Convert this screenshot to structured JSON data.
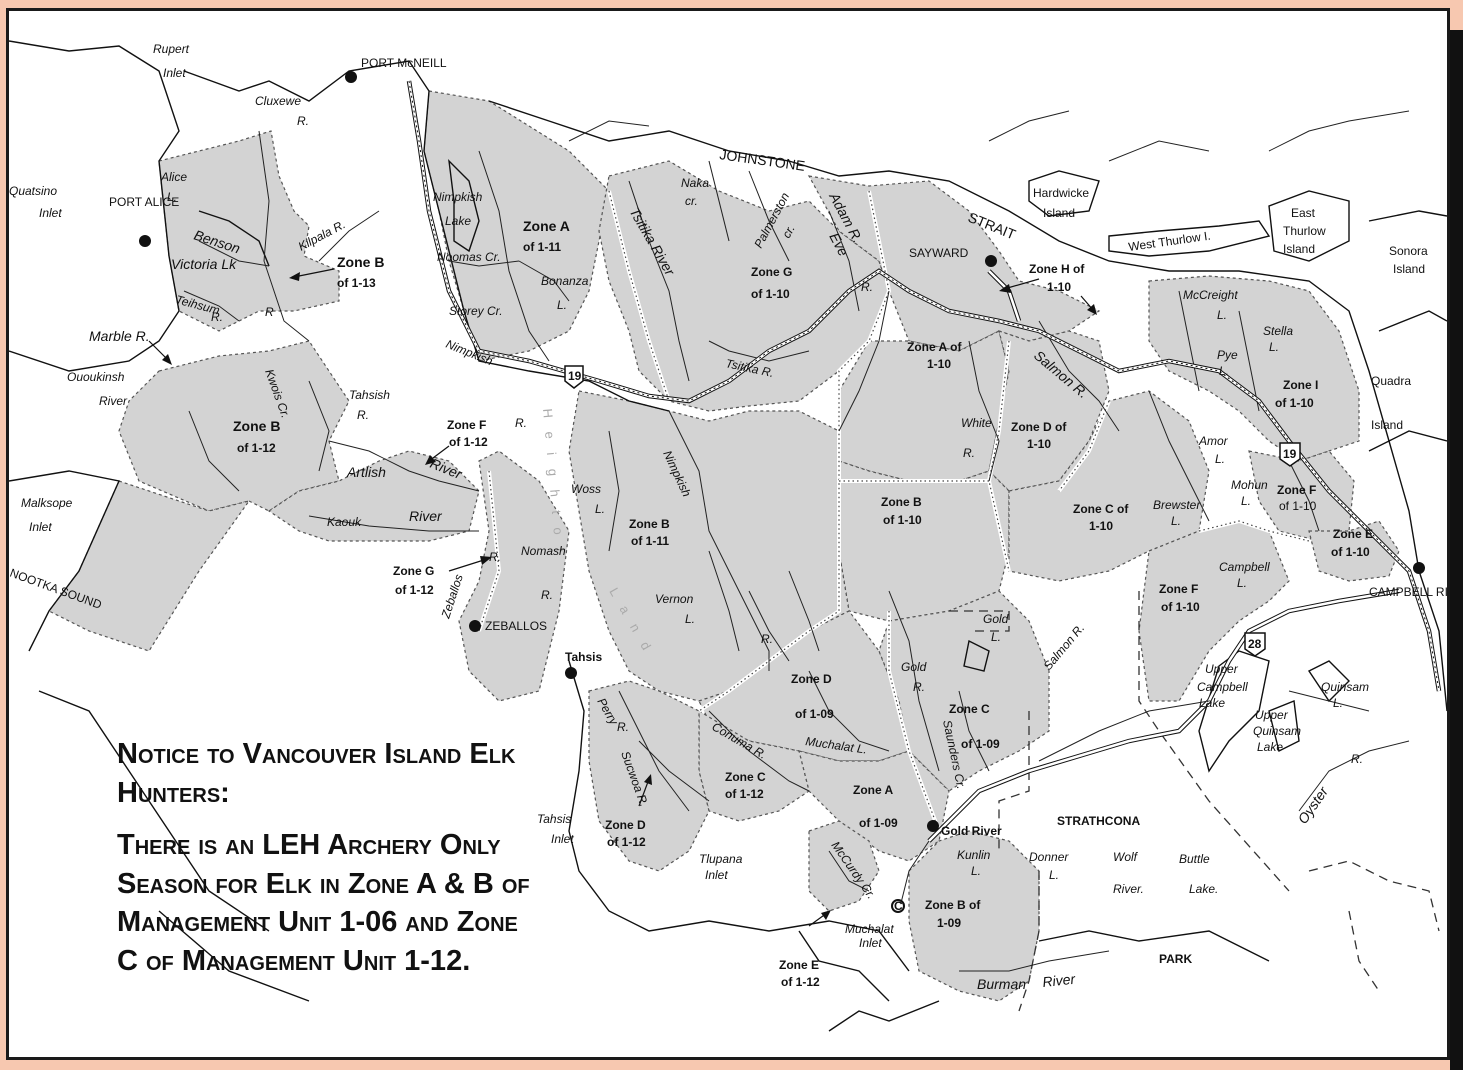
{
  "notice": {
    "heading": "Notice to Vancouver Island Elk Hunters:",
    "body": "There is an LEH Archery Only Season for Elk in Zone A & B of Management Unit 1-06 and Zone C of Management Unit 1-12."
  },
  "colors": {
    "zone_fill": "#d3d3d3",
    "background": "#f7c8b0",
    "frame": "#1a1a1a"
  },
  "highways": [
    "19",
    "19",
    "28"
  ],
  "towns": [
    "PORT McNEILL",
    "PORT ALICE",
    "SAYWARD",
    "ZEBALLOS",
    "Tahsis",
    "Gold River",
    "CAMPBELL RIVER"
  ],
  "zones": [
    {
      "name": "Zone A",
      "unit": "of 1-11"
    },
    {
      "name": "Zone B",
      "unit": "of 1-13"
    },
    {
      "name": "Zone B",
      "unit": "of 1-12"
    },
    {
      "name": "Zone F",
      "unit": "of 1-12"
    },
    {
      "name": "Zone G",
      "unit": "of 1-12"
    },
    {
      "name": "Zone G",
      "unit": "of 1-10"
    },
    {
      "name": "Zone A of",
      "unit": "1-10"
    },
    {
      "name": "Zone H of",
      "unit": "1-10"
    },
    {
      "name": "Zone I",
      "unit": "of 1-10"
    },
    {
      "name": "Zone D of",
      "unit": "1-10"
    },
    {
      "name": "Zone B",
      "unit": "of 1-10"
    },
    {
      "name": "Zone C of",
      "unit": "1-10"
    },
    {
      "name": "Zone F",
      "unit": "of 1-10"
    },
    {
      "name": "Zone F",
      "unit": "of 1-10"
    },
    {
      "name": "Zone E",
      "unit": "of 1-10"
    },
    {
      "name": "Zone B",
      "unit": "of 1-11"
    },
    {
      "name": "Zone D",
      "unit": "of 1-09"
    },
    {
      "name": "Zone C",
      "unit": "of 1-09"
    },
    {
      "name": "Zone A",
      "unit": "of 1-09"
    },
    {
      "name": "Zone B of",
      "unit": "1-09"
    },
    {
      "name": "Zone C",
      "unit": "of 1-12"
    },
    {
      "name": "Zone D",
      "unit": "of 1-12"
    },
    {
      "name": "Zone E",
      "unit": "of 1-12"
    }
  ],
  "features": {
    "johnstone": "JOHNSTONE",
    "strait": "STRAIT",
    "nootka": "NOOTKA SOUND",
    "strathcona": "STRATHCONA",
    "park": "PARK",
    "height_of": "H e i g h t   o f",
    "land": "L a n d"
  },
  "places": [
    "Rupert",
    "Inlet",
    "Cluxewe",
    "R.",
    "Alice",
    "L.",
    "Quatsino",
    "Inlet",
    "Benson",
    "Victoria Lk",
    "Teihsum",
    "R.",
    "Kilpala R.",
    "R",
    "Marble R.",
    "Ououkinsh",
    "River",
    "Kwois Cr.",
    "Tahsish",
    "R.",
    "Malksope",
    "Inlet",
    "Artlish",
    "River",
    "Kaouk",
    "River",
    "Zeballos",
    "R.",
    "Nomash",
    "R.",
    "Nimpkish",
    "Lake",
    "Noomas Cr.",
    "Storey Cr.",
    "Bonanza",
    "L.",
    "Tsitika River",
    "Naka",
    "cr.",
    "Palmerston",
    "cr.",
    "Adam R.",
    "Eve",
    "R.",
    "Tsitika R.",
    "Nimpkish",
    "R.",
    "Woss",
    "L.",
    "Nimpkish",
    "R.",
    "Vernon",
    "L.",
    "Hardwicke",
    "Island",
    "West Thurlow I.",
    "East",
    "Thurlow",
    "Island",
    "Sonora",
    "Island",
    "McCreight",
    "L.",
    "Stella",
    "L.",
    "Pye",
    "L.",
    "Quadra",
    "Island",
    "Salmon R.",
    "White",
    "R.",
    "Amor",
    "L.",
    "Mohun",
    "L.",
    "Brewster",
    "L.",
    "Campbell",
    "L.",
    "Gold",
    "L.",
    "Gold",
    "R.",
    "Salmon R.",
    "Saunders Cr.",
    "Muchalat L.",
    "Conuma R.",
    "Perry",
    "R.",
    "Sucwoa R.",
    "Tahsis",
    "Inlet",
    "Tlupana",
    "Inlet",
    "McCurdy Cr.",
    "Muchalat",
    "Inlet",
    "Kunlin",
    "L.",
    "Donner",
    "L.",
    "Wolf",
    "River.",
    "Buttle",
    "Lake.",
    "Burman",
    "River",
    "Upper",
    "Campbell",
    "Lake",
    "Upper",
    "Quinsam",
    "Lake",
    "Quinsam",
    "L.",
    "Oyster",
    "R."
  ]
}
